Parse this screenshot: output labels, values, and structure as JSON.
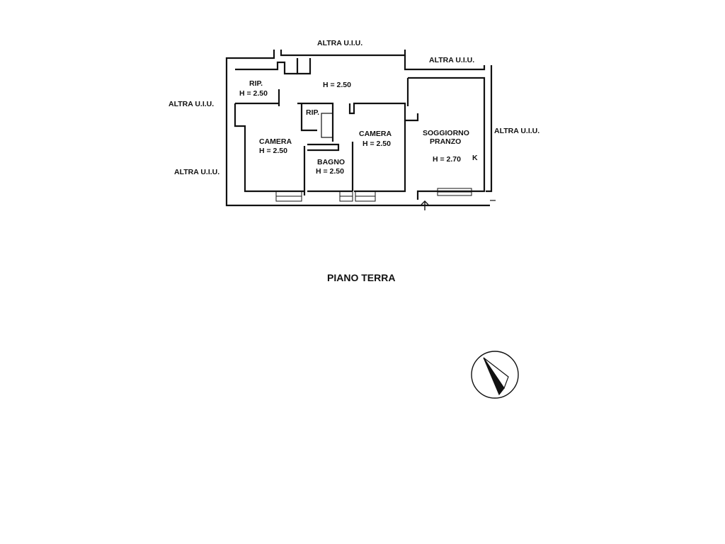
{
  "plan": {
    "title": "PIANO TERRA",
    "neighbors": {
      "top": "ALTRA U.I.U.",
      "top_right": "ALTRA U.I.U.",
      "left_upper": "ALTRA U.I.U.",
      "left_lower": "ALTRA U.I.U.",
      "right": "ALTRA U.I.U."
    },
    "rooms": {
      "rip_large": {
        "name": "RIP.",
        "height": "H = 2.50"
      },
      "corridor": {
        "height": "H = 2.50"
      },
      "rip_small": {
        "name": "RIP."
      },
      "camera_left": {
        "name": "CAMERA",
        "height": "H = 2.50"
      },
      "bagno": {
        "name": "BAGNO",
        "height": "H = 2.50"
      },
      "camera_right": {
        "name": "CAMERA",
        "height": "H = 2.50"
      },
      "soggiorno": {
        "name_line1": "SOGGIORNO",
        "name_line2": "PRANZO",
        "height": "H = 2.70",
        "kitchen_mark": "K"
      }
    },
    "entrance_icon": "up-arrow-icon",
    "compass_icon": "north-arrow-icon"
  }
}
